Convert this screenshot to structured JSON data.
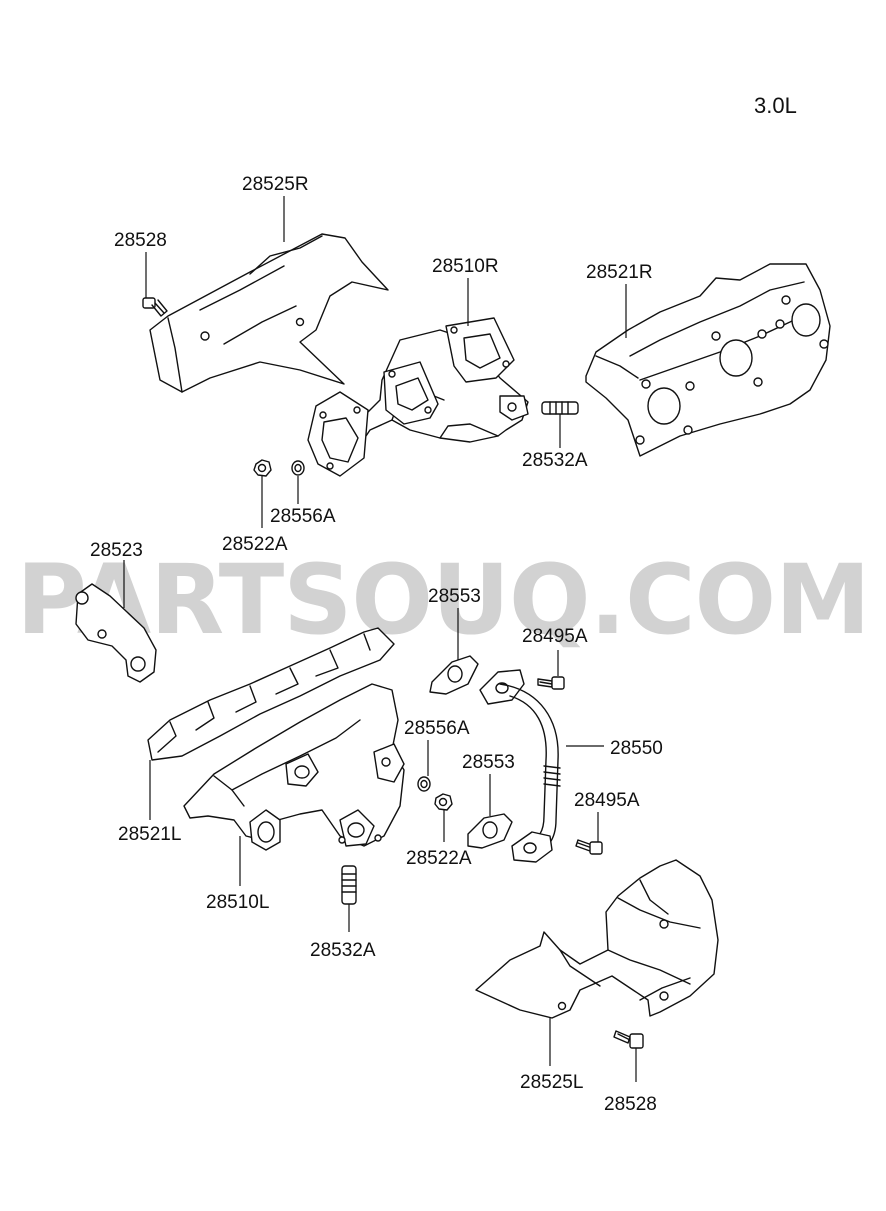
{
  "diagram": {
    "engine_label": "3.0L",
    "watermark": "PARTSOUQ.COM",
    "callouts": {
      "c28525R": "28525R",
      "c28528_top": "28528",
      "c28510R": "28510R",
      "c28521R": "28521R",
      "c28532A_top": "28532A",
      "c28522A_top": "28522A",
      "c28556A_top": "28556A",
      "c28523": "28523",
      "c28553_top": "28553",
      "c28495A_top": "28495A",
      "c28556A_mid": "28556A",
      "c28550": "28550",
      "c28553_mid": "28553",
      "c28495A_mid": "28495A",
      "c28521L": "28521L",
      "c28522A_mid": "28522A",
      "c28510L": "28510L",
      "c28532A_bottom": "28532A",
      "c28525L": "28525L",
      "c28528_bottom": "28528"
    }
  }
}
